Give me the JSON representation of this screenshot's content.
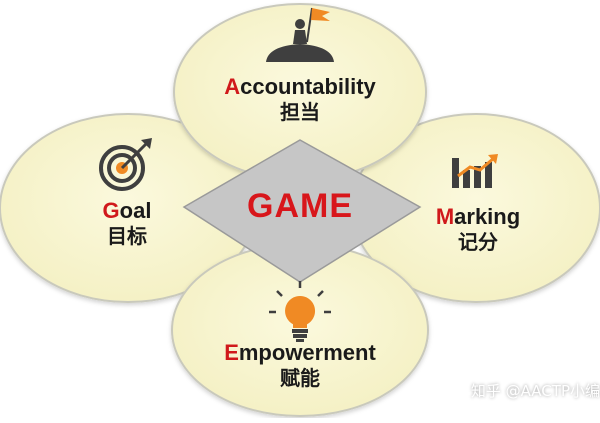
{
  "center": {
    "text": "GAME"
  },
  "petals": [
    {
      "id": "accountability",
      "initial": "A",
      "rest": "ccountability",
      "zh": "担当",
      "icon": "summit-flag-icon"
    },
    {
      "id": "goal",
      "initial": "G",
      "rest": "oal",
      "zh": "目标",
      "icon": "target-arrow-icon"
    },
    {
      "id": "marking",
      "initial": "M",
      "rest": "arking",
      "zh": "记分",
      "icon": "bar-chart-icon"
    },
    {
      "id": "empowerment",
      "initial": "E",
      "rest": "mpowerment",
      "zh": "赋能",
      "icon": "lightbulb-icon"
    }
  ],
  "watermark": "知乎 @AACTP小编",
  "colors": {
    "petal_fill": "#f8f5ce",
    "petal_stroke": "#c9c9bc",
    "diamond_fill": "#c6c6c6",
    "accent_red": "#d8161b",
    "icon_dark": "#3f3f3f",
    "icon_orange": "#f08a24"
  }
}
